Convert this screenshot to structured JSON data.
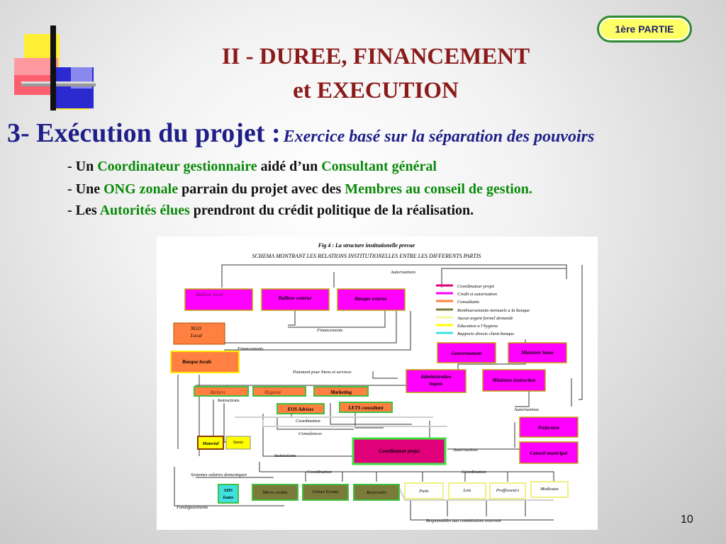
{
  "badge": "1ère PARTIE",
  "title": {
    "line1": "II - DUREE, FINANCEMENT",
    "line2": "et EXECUTION"
  },
  "heading": {
    "main": "3- Exécution du projet :",
    "sub": "Exercice basé sur la séparation des pouvoirs"
  },
  "bullets": [
    {
      "p1": "- Un ",
      "g1": "Coordinateur gestionnaire",
      "p2": " aidé d’un ",
      "g2": "Consultant général",
      "p3": ""
    },
    {
      "p1": "- Une ",
      "g1": "ONG zonale",
      "p2": " parrain du projet avec des ",
      "g2": "Membres au conseil de gestion.",
      "p3": ""
    },
    {
      "p1": "- Les ",
      "g1": "Autorités élues",
      "p2": " prendront du crédit politique de la réalisation.",
      "g2": "",
      "p3": ""
    }
  ],
  "figure": {
    "caption": "Fig 4 :  La structure institutionelle prevue",
    "heading": "SCHEMA MONTRANT LES RELATIONS INSTITUTIONELLES ENTRE LES DIFFERENTS PARTIS",
    "legend": [
      {
        "label": "Coordinateur projet",
        "color": "#e0007a"
      },
      {
        "label": "Credit et autorisation",
        "color": "#ff00ff"
      },
      {
        "label": "Consultants",
        "color": "#ff8040"
      },
      {
        "label": "Remboursements mensuels a la banque",
        "color": "#7a7a3a"
      },
      {
        "label": "Aucun argent formel demande",
        "color": "#f5f5a0"
      },
      {
        "label": "Education a l’hygiene",
        "color": "#ffff00"
      },
      {
        "label": "Rapports directs client-banque",
        "color": "#40e0e0"
      }
    ],
    "boxes": {
      "bailleur_local": "Bailleur local",
      "bailleur_externe": "Bailleur externe",
      "banque_externe": "Banque externe",
      "ngo_local_1": "NGO",
      "ngo_local_2": "Local",
      "banque_locale": "Banque locale",
      "gouvernement": "Gouvernement",
      "ministere_sante": "Ministere Sante",
      "administration_1": "Administration",
      "administration_2": "impots",
      "ministere_instruction": "Ministere instruction",
      "ateliers": "Ateliers",
      "hygiene": "Hygiene",
      "marketing": "Marketing",
      "eos_advises": "EOS Advises",
      "lets_consultant": "LETS consultant",
      "material": "Material",
      "sante": "Sante",
      "prefecture": "Prefecture",
      "conseil_municipal": "Conseil municipal",
      "coordinateur_projet": "Coordinateur projet",
      "shs_loans_1": "SHS",
      "shs_loans_2": "loans",
      "micro_credits": "Micro credits",
      "usines_ecoute": "Usines Ecoute",
      "reservoirs": "Reservoirs",
      "puits": "Puits",
      "lets": "Lets",
      "proffesseurs": "Proffesseurs",
      "medicaux": "Medicaux"
    },
    "labels": {
      "autorisations_top": "Autorisations",
      "financements_1": "Financements",
      "financements_2": "Financements",
      "paiement": "Paiement pour biens et services",
      "instructions_1": "Instructions",
      "instructions_2": "Instructions",
      "autorisations_right": "Autorisations",
      "coordination_1": "Coordination",
      "consulences": "Consulences",
      "autorisations_mid": "Autorisations",
      "systemes": "Systemes solaires domestiques",
      "coordination_2": "Coordination",
      "coordination_3": "Coordination",
      "fonds": "Fondsfpaiements",
      "responsables": "Responsables aux commissions reservoir"
    }
  },
  "page_number": "10"
}
